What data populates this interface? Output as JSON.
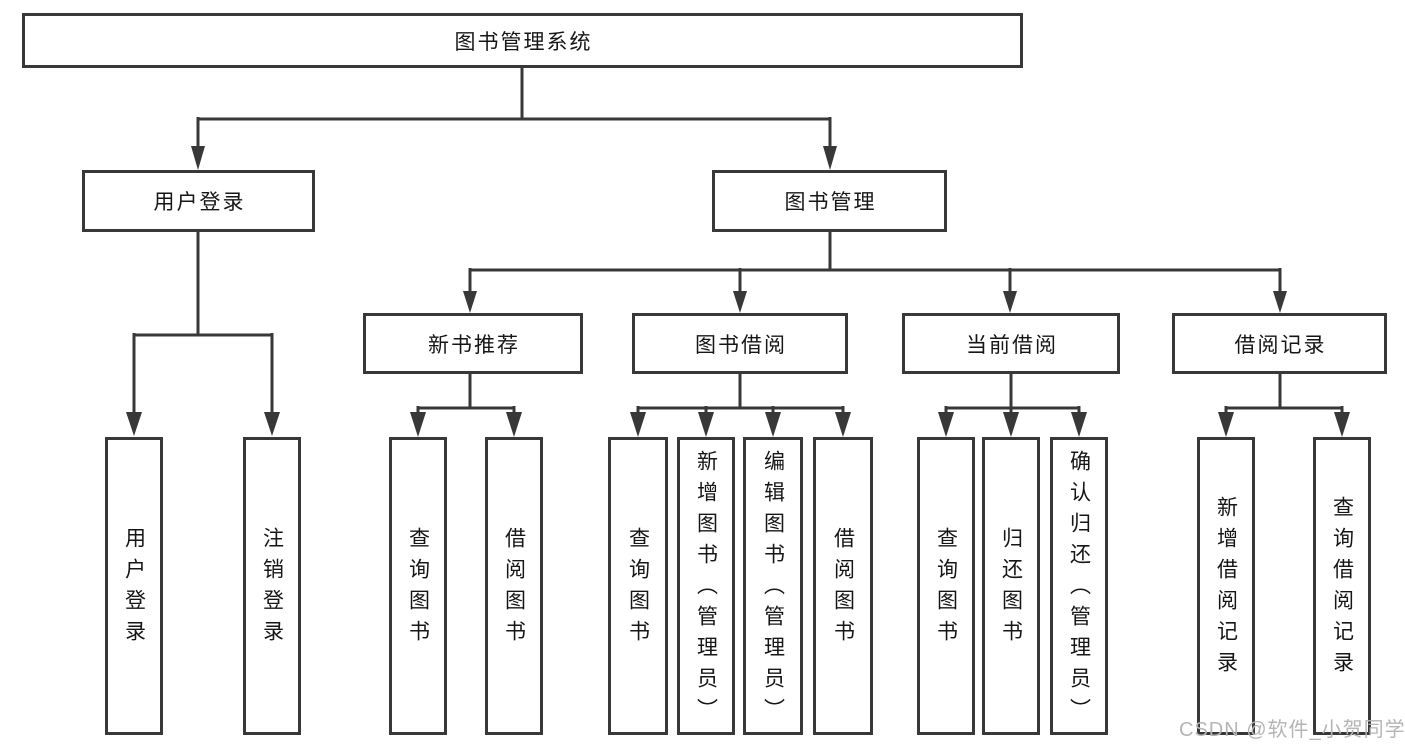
{
  "colors": {
    "line": "#383838",
    "text": "#161616",
    "box_bg": "#ffffff",
    "watermark": "#b5b5b5"
  },
  "tree": {
    "root": {
      "label": "图书管理系统"
    },
    "branches": [
      {
        "label": "用户登录",
        "children": [
          {
            "label": "用户登录"
          },
          {
            "label": "注销登录"
          }
        ]
      },
      {
        "label": "图书管理",
        "groups": [
          {
            "label": "新书推荐",
            "children": [
              {
                "label": "查询图书"
              },
              {
                "label": "借阅图书"
              }
            ]
          },
          {
            "label": "图书借阅",
            "children": [
              {
                "label": "查询图书"
              },
              {
                "label": "新增图书（管理员）"
              },
              {
                "label": "编辑图书（管理员）"
              },
              {
                "label": "借阅图书"
              }
            ]
          },
          {
            "label": "当前借阅",
            "children": [
              {
                "label": "查询图书"
              },
              {
                "label": "归还图书"
              },
              {
                "label": "确认归还（管理员）"
              }
            ]
          },
          {
            "label": "借阅记录",
            "children": [
              {
                "label": "新增借阅记录"
              },
              {
                "label": "查询借阅记录"
              }
            ]
          }
        ]
      }
    ]
  },
  "watermark": {
    "text": "CSDN @软件_小贺同学"
  }
}
